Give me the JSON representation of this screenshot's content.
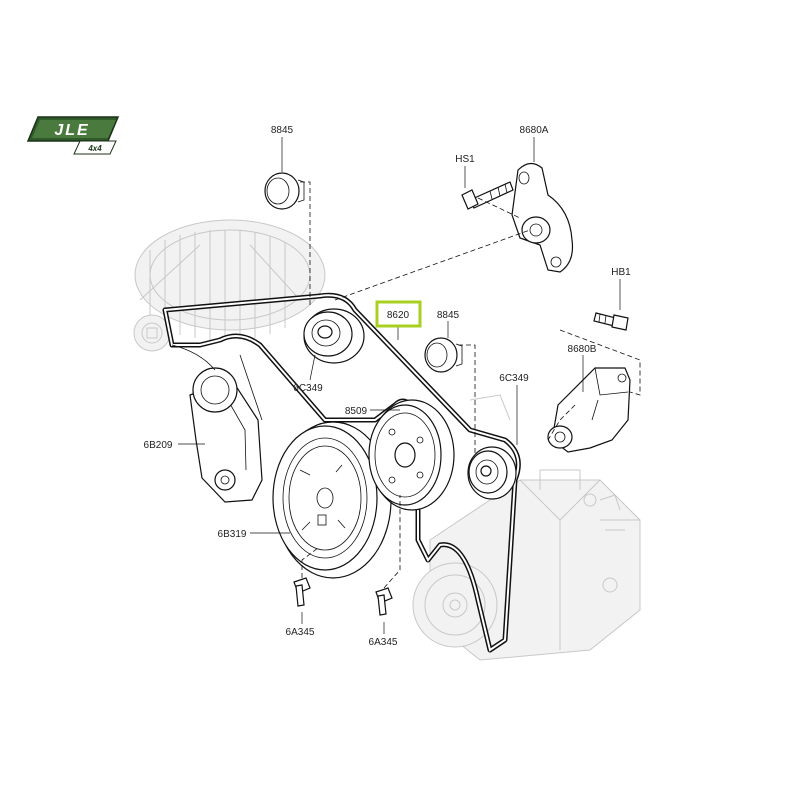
{
  "logo": {
    "brand": "JLE",
    "sub": "4x4"
  },
  "callouts": {
    "c8845_top": "8845",
    "c8680A": "8680A",
    "cHS1": "HS1",
    "cHB1": "HB1",
    "c8620": "8620",
    "c8845_mid": "8845",
    "c8680B": "8680B",
    "c6C349_left": "6C349",
    "c6C349_right": "6C349",
    "c8509": "8509",
    "c6B209": "6B209",
    "c6B319": "6B319",
    "c6A345_left": "6A345",
    "c6A345_right": "6A345"
  },
  "highlight_color": "#a8d020"
}
